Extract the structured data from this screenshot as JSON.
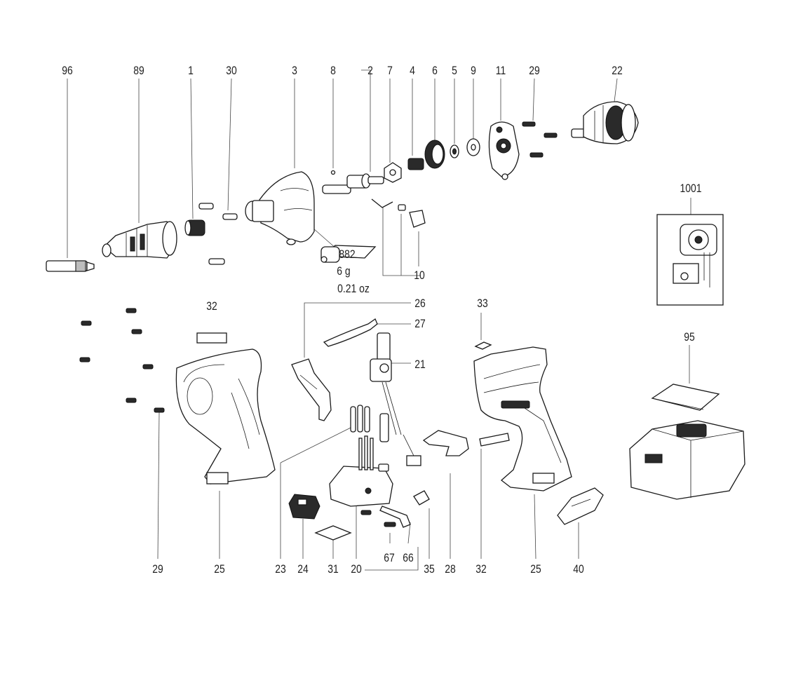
{
  "callouts": {
    "p96": "96",
    "p89": "89",
    "p1": "1",
    "p30": "30",
    "p3": "3",
    "p8": "8",
    "p2": "2",
    "p7": "7",
    "p4": "4",
    "p6": "6",
    "p5": "5",
    "p9": "9",
    "p11": "11",
    "p29_top": "29",
    "p22": "22",
    "p1001": "1001",
    "p882": "882",
    "grease_weight_g": "6 g",
    "grease_weight_oz": "0.21 oz",
    "p10": "10",
    "p32_left": "32",
    "p26": "26",
    "p27": "27",
    "p21": "21",
    "p33": "33",
    "p95": "95",
    "p29_bottom": "29",
    "p25_left": "25",
    "p23": "23",
    "p24": "24",
    "p31": "31",
    "p20": "20",
    "p67": "67",
    "p66": "66",
    "p35": "35",
    "p28": "28",
    "p32_bottom": "32",
    "p25_right": "25",
    "p40": "40"
  }
}
